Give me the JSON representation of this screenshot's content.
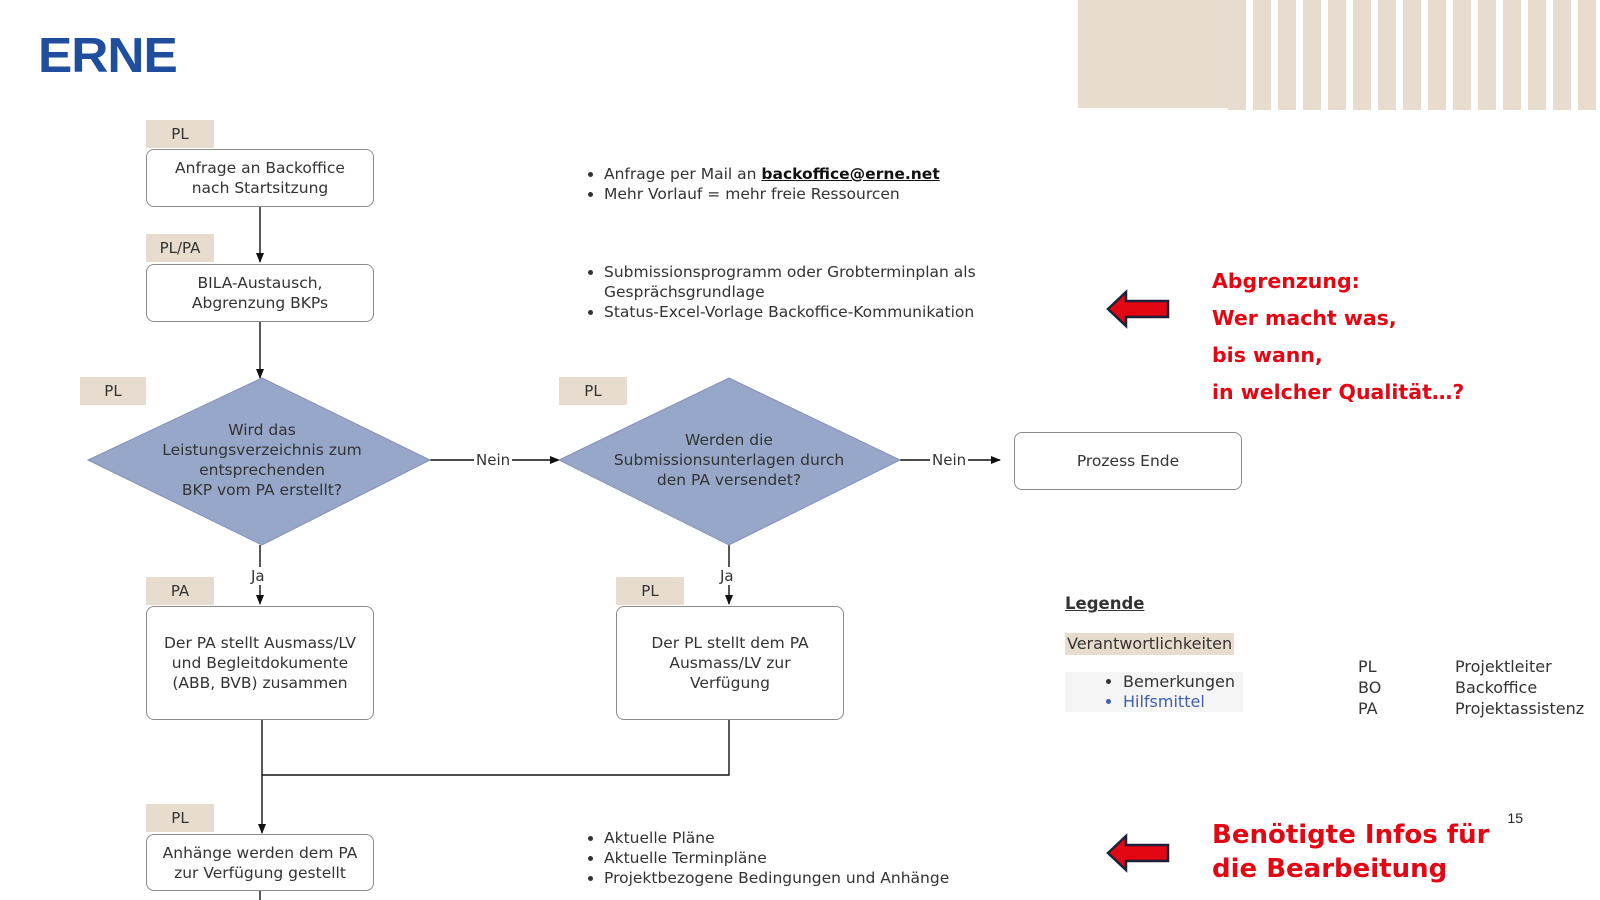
{
  "header": {
    "logo": "ERNE",
    "page_number": "15"
  },
  "colors": {
    "accent_red": "#e30613",
    "logo_blue": "#1f4e9f",
    "diamond_fill": "#97a7c9",
    "tag_beige": "#e8dccf"
  },
  "flow": {
    "tags": [
      "PL",
      "PL/PA",
      "PL",
      "PL",
      "PA",
      "PL",
      "PL"
    ],
    "step1": [
      "Anfrage an Backoffice",
      "nach Startsitzung"
    ],
    "step2": [
      "BILA-Austausch,",
      "Abgrenzung BKPs"
    ],
    "decision1": [
      "Wird das",
      "Leistungsverzeichnis zum",
      "entsprechenden",
      "BKP vom PA erstellt?"
    ],
    "decision2": [
      "Werden die",
      "Submissionsunterlagen durch",
      "den PA versendet?"
    ],
    "end_box": "Prozess Ende",
    "step_pa": [
      "Der PA stellt Ausmass/LV",
      "und Begleitdokumente",
      "(ABB, BVB) zusammen"
    ],
    "step_pl": [
      "Der PL stellt dem PA",
      "Ausmass/LV zur",
      "Verfügung"
    ],
    "step_final": [
      "Anhänge werden dem PA",
      "zur Verfügung gestellt"
    ],
    "labels": {
      "no": "Nein",
      "yes": "Ja"
    }
  },
  "notes": {
    "group1": {
      "prefix": "Anfrage per Mail an ",
      "email": "backoffice@erne.net",
      "item2": "Mehr Vorlauf = mehr freie Ressourcen"
    },
    "group2": [
      "Submissionsprogramm oder Grobterminplan als Gesprächsgrundlage",
      "Status-Excel-Vorlage Backoffice-Kommunikation"
    ],
    "group3": [
      "Aktuelle Pläne",
      "Aktuelle Terminpläne",
      "Projektbezogene Bedingungen und Anhänge"
    ]
  },
  "callouts": {
    "abgrenzung": [
      "Abgrenzung:",
      "Wer macht was,",
      "bis wann,",
      "in welcher Qualität…?"
    ],
    "infos": [
      "Benötigte Infos für",
      "die Bearbeitung"
    ]
  },
  "legend": {
    "title": "Legende",
    "responsibilities": "Verantwortlichkeiten",
    "bullets": [
      "Bemerkungen",
      "Hilfsmittel"
    ],
    "abbreviations": [
      {
        "code": "PL",
        "meaning": "Projektleiter"
      },
      {
        "code": "BO",
        "meaning": "Backoffice"
      },
      {
        "code": "PA",
        "meaning": "Projektassistenz"
      }
    ]
  }
}
